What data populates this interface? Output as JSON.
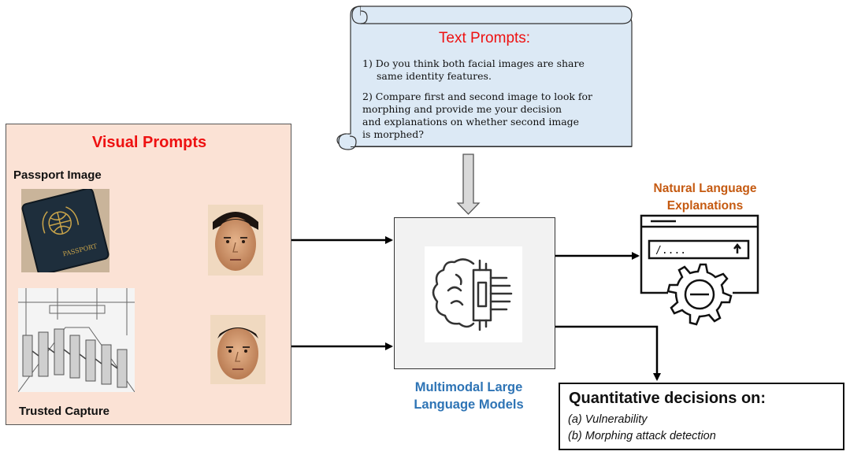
{
  "visual_prompts": {
    "title": "Visual Prompts",
    "passport_label": "Passport Image",
    "trusted_label": "Trusted Capture",
    "passport_cover_text": "PASSPORT"
  },
  "text_prompts": {
    "title": "Text Prompts:",
    "prompt1_line1": "1) Do you think both facial images  are share",
    "prompt1_line2": "same  identity features.",
    "prompt2_line1": "2) Compare first and second image to look for",
    "prompt2_line2": " morphing and  provide me your decision",
    "prompt2_line3": "and explanations on whether second image",
    "prompt2_line4": " is morphed?"
  },
  "model": {
    "label_line1": "Multimodal Large",
    "label_line2": "Language Models"
  },
  "explanations": {
    "label_line1": "Natural Language",
    "label_line2": "Explanations",
    "window_field_text": "/...."
  },
  "decisions": {
    "title": "Quantitative decisions on:",
    "item_a": "(a) Vulnerability",
    "item_b": "(b) Morphing attack  detection"
  },
  "colors": {
    "red_title": "#ee1111",
    "panel_fill": "#fbe2d5",
    "scroll_fill": "#dce9f5",
    "model_label": "#2e74b5",
    "explanation_label": "#c55a11"
  }
}
